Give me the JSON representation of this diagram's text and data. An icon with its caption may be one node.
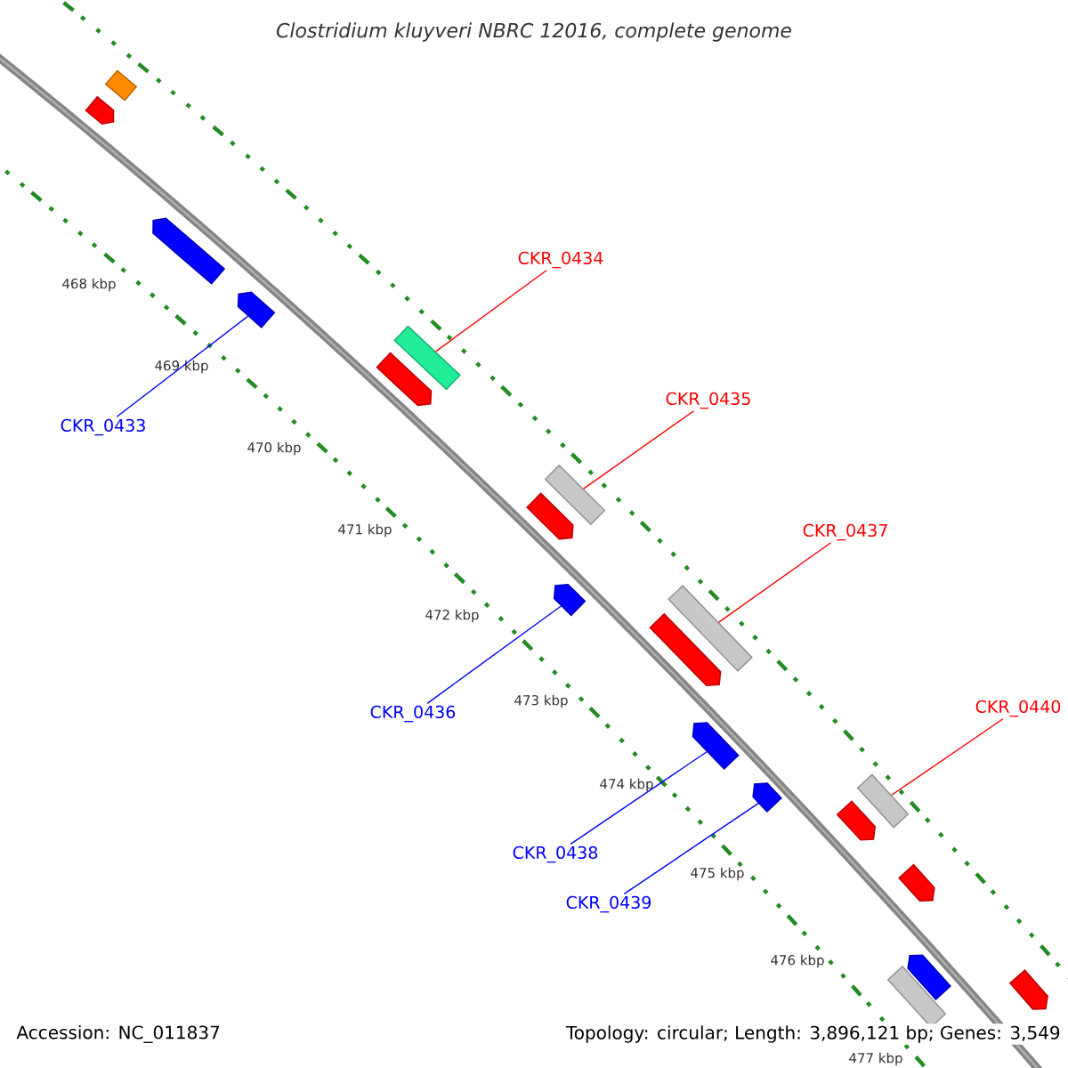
{
  "diagram": {
    "title": "Clostridium kluyveri NBRC 12016, complete genome",
    "nodes": [
      {
        "text": [],
        "shape": "box"
      },
      {
        "text": [],
        "shape": "arrow"
      },
      {
        "text": [],
        "shape": "arrow"
      },
      {
        "text": [],
        "shape": "arrow"
      },
      {
        "text": [],
        "shape": "box"
      },
      {
        "text": [],
        "shape": "arrow"
      },
      {
        "text": [],
        "shape": "box"
      },
      {
        "text": [],
        "shape": "arrow"
      },
      {
        "text": [],
        "shape": "arrow"
      },
      {
        "text": [],
        "shape": "box"
      },
      {
        "text": [],
        "shape": "arrow"
      },
      {
        "text": [],
        "shape": "arrow"
      },
      {
        "text": [],
        "shape": "arrow"
      },
      {
        "text": [],
        "shape": "box"
      },
      {
        "text": [],
        "shape": "arrow"
      },
      {
        "text": [],
        "shape": "arrow"
      },
      {
        "text": [],
        "shape": "arrow"
      },
      {
        "text": [],
        "shape": "box"
      },
      {
        "text": [],
        "shape": "arrow"
      },
      {
        "text": [
          "CKR_0433"
        ]
      },
      {
        "text": [
          "CKR_0434"
        ]
      },
      {
        "text": [
          "CKR_0435"
        ]
      },
      {
        "text": [
          "CKR_0437"
        ]
      },
      {
        "text": [
          "CKR_0436"
        ]
      },
      {
        "text": [
          "CKR_0440"
        ]
      },
      {
        "text": [
          "CKR_0438"
        ]
      },
      {
        "text": [
          "CKR_0439"
        ]
      }
    ],
    "edges": [
      {
        "from": 19,
        "to": 3,
        "arrow": "none",
        "color": "#0000ff"
      },
      {
        "from": 20,
        "to": 4,
        "arrow": "none",
        "color": "#ff0000"
      },
      {
        "from": 21,
        "to": 6,
        "arrow": "none",
        "color": "#ff0000"
      },
      {
        "from": 22,
        "to": 9,
        "arrow": "none",
        "color": "#ff0000"
      },
      {
        "from": 23,
        "to": 8,
        "arrow": "none",
        "color": "#0000ff"
      },
      {
        "from": 24,
        "to": 13,
        "arrow": "none",
        "color": "#ff0000"
      },
      {
        "from": 25,
        "to": 11,
        "arrow": "none",
        "color": "#0000ff"
      },
      {
        "from": 26,
        "to": 12,
        "arrow": "none",
        "color": "#0000ff"
      }
    ],
    "labels": [
      "468 kbp",
      "469 kbp",
      "470 kbp",
      "471 kbp",
      "472 kbp",
      "473 kbp",
      "474 kbp",
      "475 kbp",
      "476 kbp",
      "477 kbp",
      "Accession: NC_011837",
      "Topology: circular; Length: 3,896,121 bp; Genes: 3,549"
    ]
  }
}
